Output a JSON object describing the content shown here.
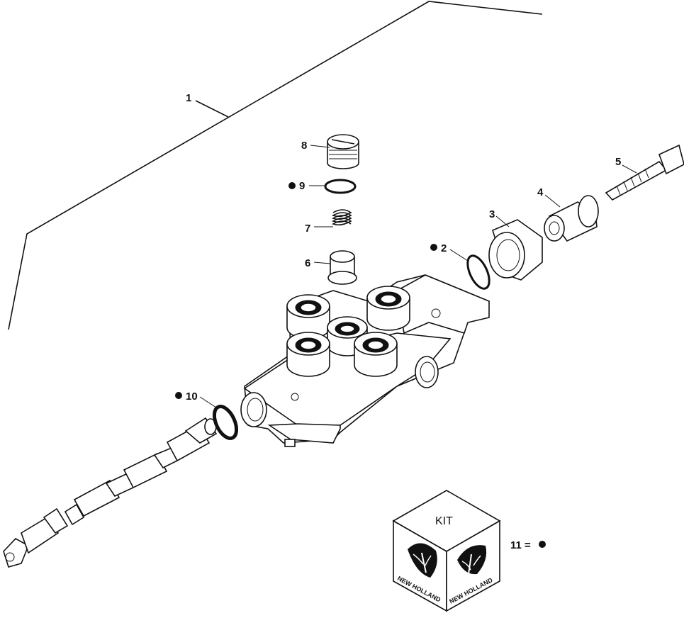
{
  "callouts": {
    "c1": "1",
    "c2": "2",
    "c3": "3",
    "c4": "4",
    "c5": "5",
    "c6": "6",
    "c7": "7",
    "c8": "8",
    "c9": "9",
    "c10": "10",
    "c11": "11 ="
  },
  "kit": {
    "label": "KIT",
    "brand_left": "NEW HOLLAND",
    "brand_right": "NEW HOLLAND"
  },
  "icons": {
    "kit_marker": "filled-circle",
    "kit_box": "cube-with-leaf-logo"
  },
  "colors": {
    "ink": "#111111",
    "paper": "#ffffff"
  }
}
